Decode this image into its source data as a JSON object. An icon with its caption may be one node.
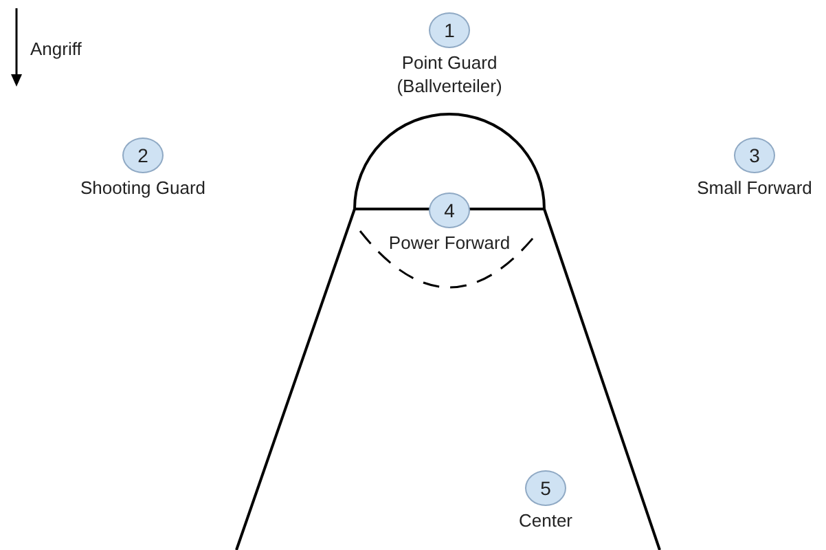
{
  "diagram": {
    "nodes": [
      {
        "text": [
          "1"
        ],
        "beside": [
          "Point Guard (Ballverteiler)"
        ]
      },
      {
        "text": [
          "2"
        ],
        "beside": [
          "Shooting Guard"
        ]
      },
      {
        "text": [
          "3"
        ],
        "beside": [
          "Small Forward"
        ]
      },
      {
        "text": [
          "4"
        ],
        "beside": [
          "Power Forward"
        ]
      },
      {
        "text": [
          "5"
        ],
        "beside": [
          "Center"
        ]
      }
    ],
    "edges": [],
    "labels": [
      "Angriff"
    ]
  }
}
